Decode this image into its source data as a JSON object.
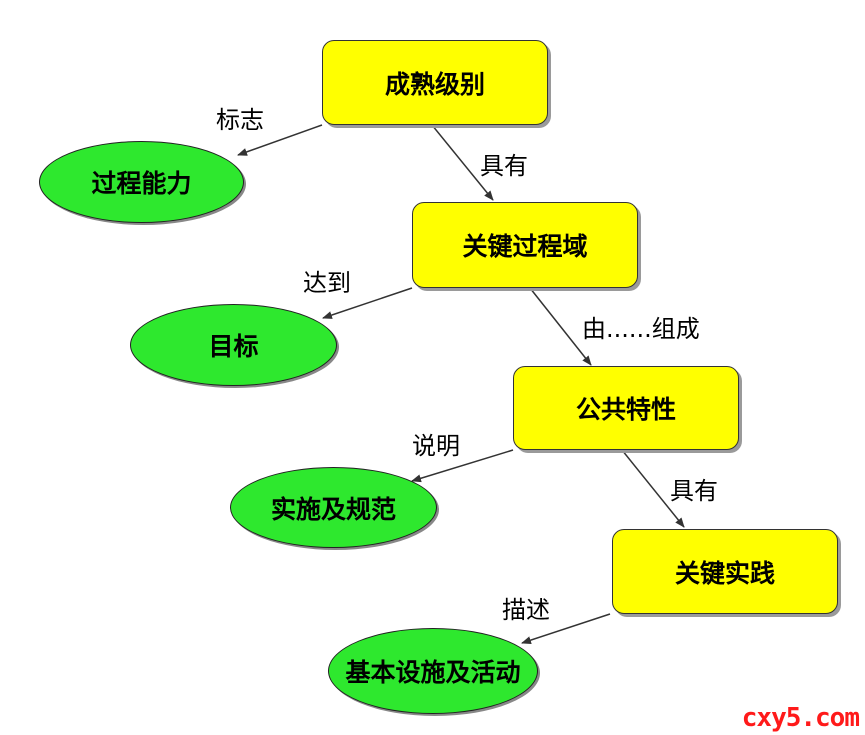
{
  "nodes": {
    "maturity_level": "成熟级别",
    "process_capability": "过程能力",
    "key_process_area": "关键过程域",
    "goal": "目标",
    "common_features": "公共特性",
    "implementation_norms": "实施及规范",
    "key_practices": "关键实践",
    "basic_facilities_activities": "基本设施及活动"
  },
  "edges": {
    "signifies": "标志",
    "has_1": "具有",
    "achieves": "达到",
    "composed_of": "由......组成",
    "explains": "说明",
    "has_2": "具有",
    "describes": "描述"
  },
  "colors": {
    "box_fill": "#ffff00",
    "oval_fill": "#2ee82e",
    "watermark": "#ff1a1a"
  },
  "watermark": "cxy5.com"
}
